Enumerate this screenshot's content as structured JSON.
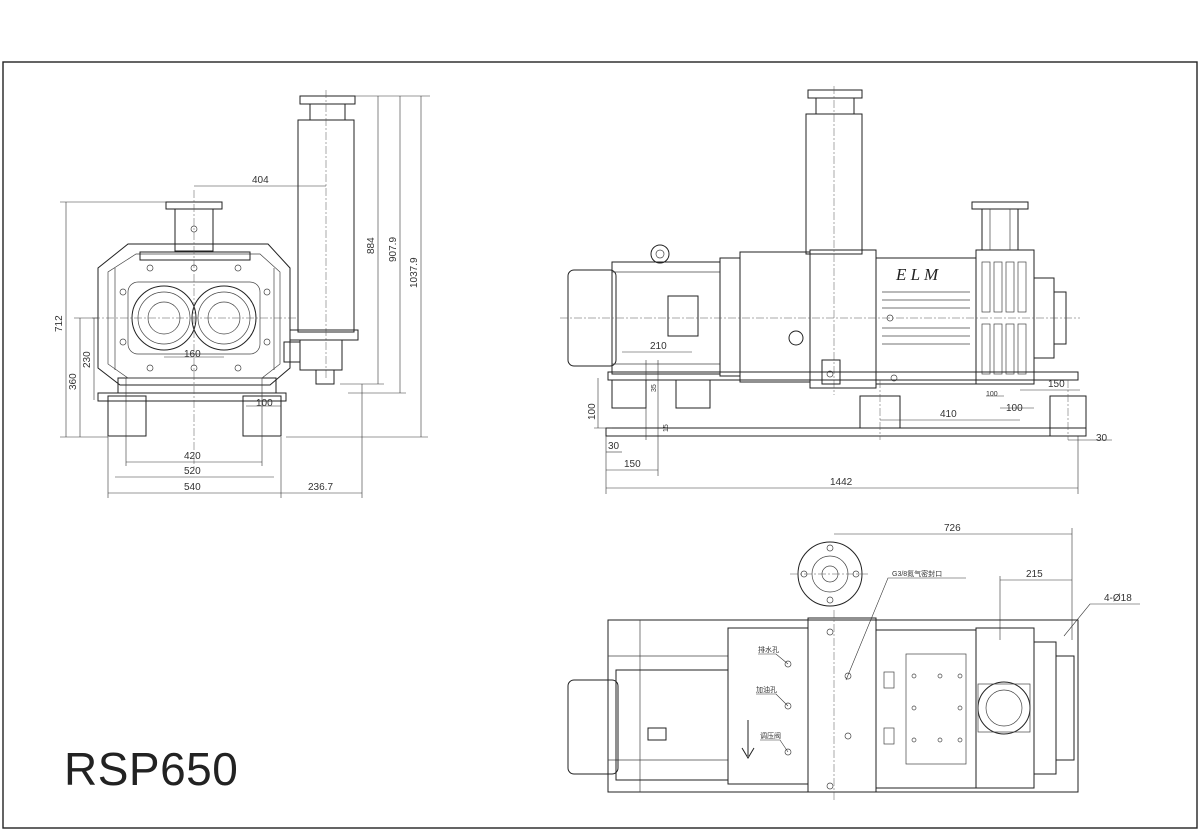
{
  "model": "RSP650",
  "brand_mark": "E L M",
  "front_view": {
    "dims": {
      "d404": "404",
      "d884": "884",
      "d907": "907.9",
      "d1037": "1037.9",
      "d712": "712",
      "d360": "360",
      "d230": "230",
      "d160": "160",
      "d100": "100",
      "d420": "420",
      "d520": "520",
      "d540": "540",
      "d236": "236.7"
    }
  },
  "side_view": {
    "dims": {
      "d210": "210",
      "d100a": "100",
      "d30a": "30",
      "d150a": "150",
      "d410": "410",
      "d150b": "150",
      "d100b": "100",
      "d30b": "30",
      "d1442": "1442",
      "d100c": "100",
      "d35": "35",
      "d15": "15"
    }
  },
  "top_view": {
    "dims": {
      "d726": "726",
      "d215": "215",
      "holes": "4-Ø18"
    },
    "callouts": {
      "gas_port": "G3/8氮气密封口",
      "drain": "排水孔",
      "fill": "加油孔",
      "valve": "调压阀"
    }
  }
}
